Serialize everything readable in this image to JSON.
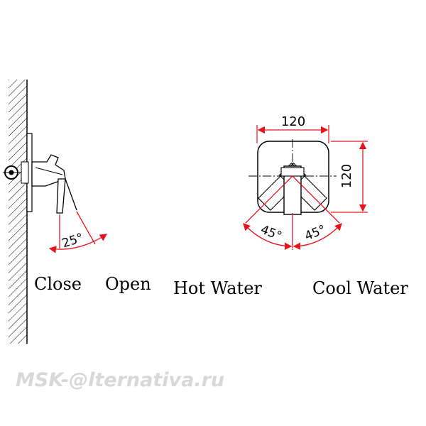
{
  "side_view": {
    "angle_label": "25°",
    "left_label": "Close",
    "right_label": "Open"
  },
  "front_view": {
    "width_label": "120",
    "height_label": "120",
    "left_angle_label": "45°",
    "right_angle_label": "45°",
    "left_label": "Hot Water",
    "right_label": "Cool Water"
  },
  "watermark": {
    "text": "MSK-@lternativa.ru"
  },
  "colors": {
    "line": "#000000",
    "dimension": "#e8141c",
    "watermark": "#d8d8d8"
  }
}
